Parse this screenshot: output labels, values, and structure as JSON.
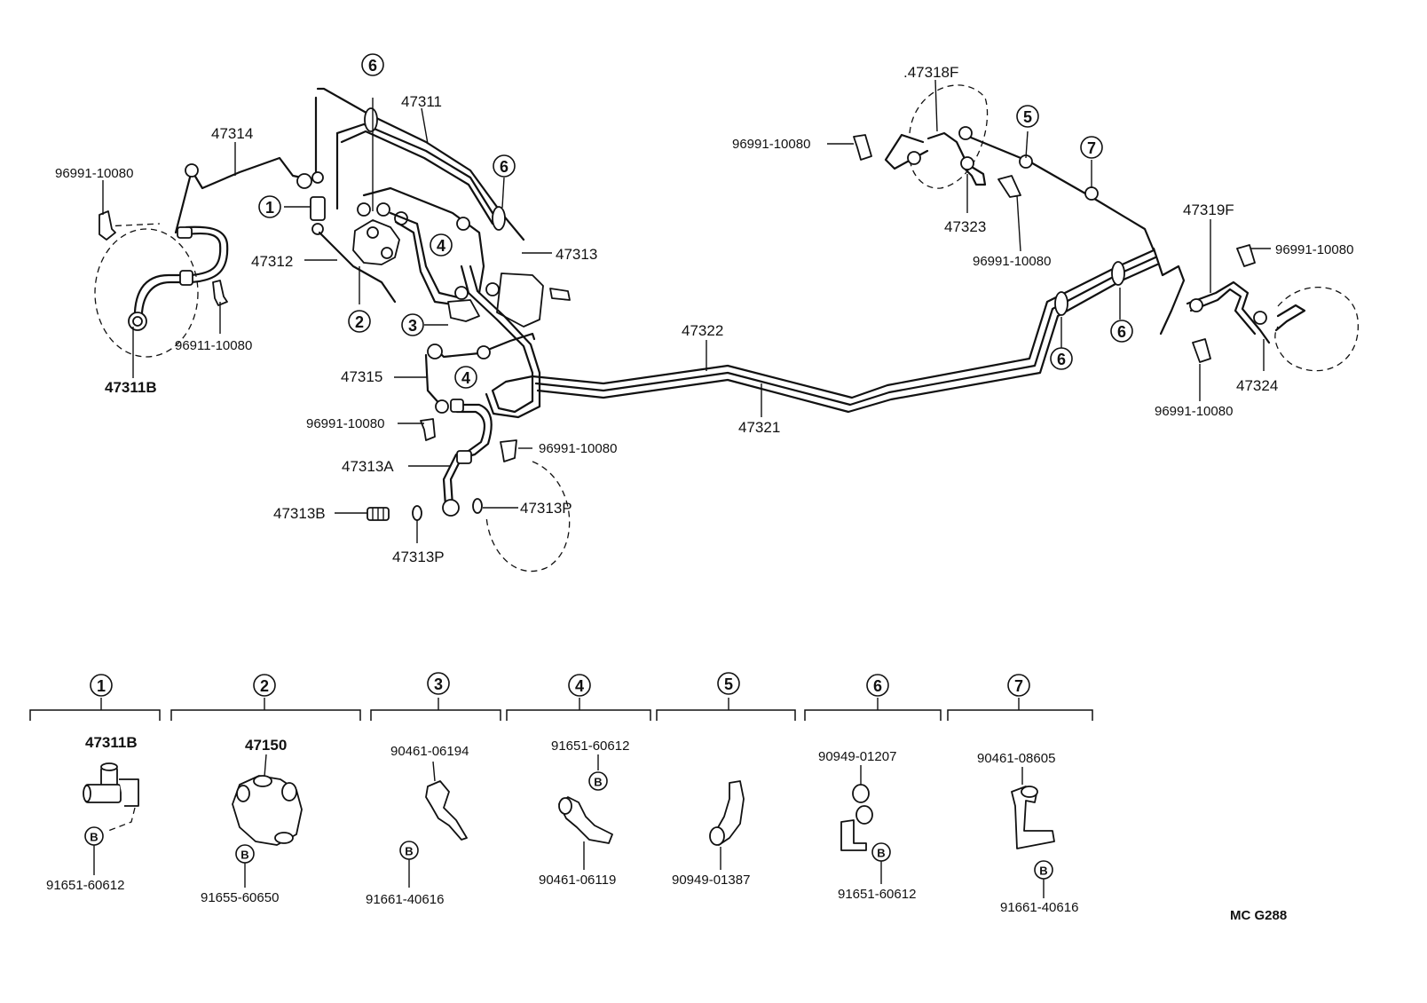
{
  "labels": {
    "p47311": "47311",
    "p47314": "47314",
    "p96991_a": "96991-10080",
    "p47312": "47312",
    "p47313": "47313",
    "p96911": "96911-10080",
    "p47311B": "47311B",
    "p47315": "47315",
    "p96991_b": "96991-10080",
    "p96991_c": "96991-10080",
    "p47313A": "47313A",
    "p47313B": "47313B",
    "p47313P_a": "47313P",
    "p47313P_b": "47313P",
    "p47322": "47322",
    "p47321": "47321",
    "p47318F": ".47318F",
    "p96991_d": "96991-10080",
    "p47323": "47323",
    "p96991_e": "96991-10080",
    "p47319F": "47319F",
    "p96991_f": "96991-10080",
    "p47324": "47324",
    "p96991_g": "96991-10080"
  },
  "markers": {
    "m1": "1",
    "m2": "2",
    "m3": "3",
    "m4a": "4",
    "m4b": "4",
    "m5": "5",
    "m6a": "6",
    "m6b": "6",
    "m6c": "6",
    "m6d": "6",
    "m7": "7"
  },
  "legend": [
    {
      "num": "1",
      "part": "47311B",
      "bolt": "B",
      "bolt_part": "91651-60612"
    },
    {
      "num": "2",
      "part": "47150",
      "bolt": "B",
      "bolt_part": "91655-60650"
    },
    {
      "num": "3",
      "part": "90461-06194",
      "bolt": "B",
      "bolt_part": "91661-40616"
    },
    {
      "num": "4",
      "part": "91651-60612",
      "bolt": "B",
      "bolt_part": "90461-06119"
    },
    {
      "num": "5",
      "part": "90949-01387"
    },
    {
      "num": "6",
      "part": "90949-01207",
      "bolt": "B",
      "bolt_part": "91651-60612"
    },
    {
      "num": "7",
      "part": "90461-08605",
      "bolt": "B",
      "bolt_part": "91661-40616"
    }
  ],
  "code": "MC  G288"
}
